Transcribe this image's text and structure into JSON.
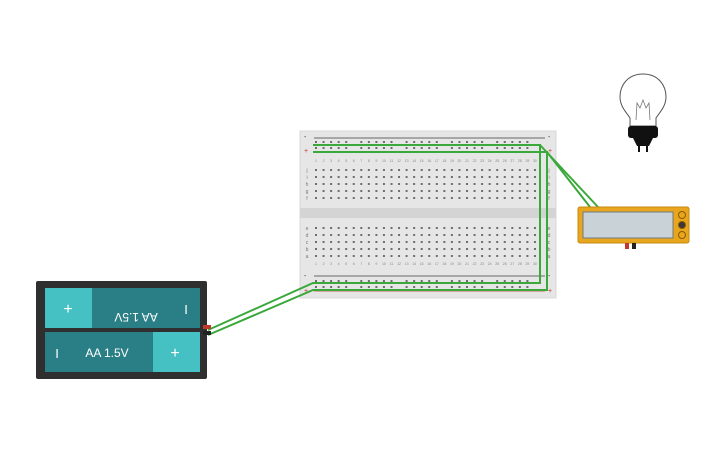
{
  "battery": {
    "top_cell_label": "AA 1.5V",
    "bottom_cell_label": "AA 1.5V",
    "plus_symbol": "+",
    "minus_symbol": "I"
  },
  "breadboard": {
    "rail_plus": "+",
    "rail_minus": "-",
    "row_letters_top": [
      "j",
      "i",
      "h",
      "g",
      "f"
    ],
    "row_letters_bottom": [
      "e",
      "d",
      "c",
      "b",
      "a"
    ],
    "columns": 30
  },
  "multimeter": {
    "display_value": ""
  },
  "colors": {
    "wire": "#3aa83a",
    "battery_body": "#2f2f2f",
    "cell_dark": "#2a7f86",
    "cell_light": "#45c1c4",
    "breadboard": "#e6e6e6",
    "multimeter_case": "#e8a61e",
    "multimeter_screen": "#c9d2d6"
  },
  "icons": {
    "bulb": "light-bulb-icon"
  }
}
